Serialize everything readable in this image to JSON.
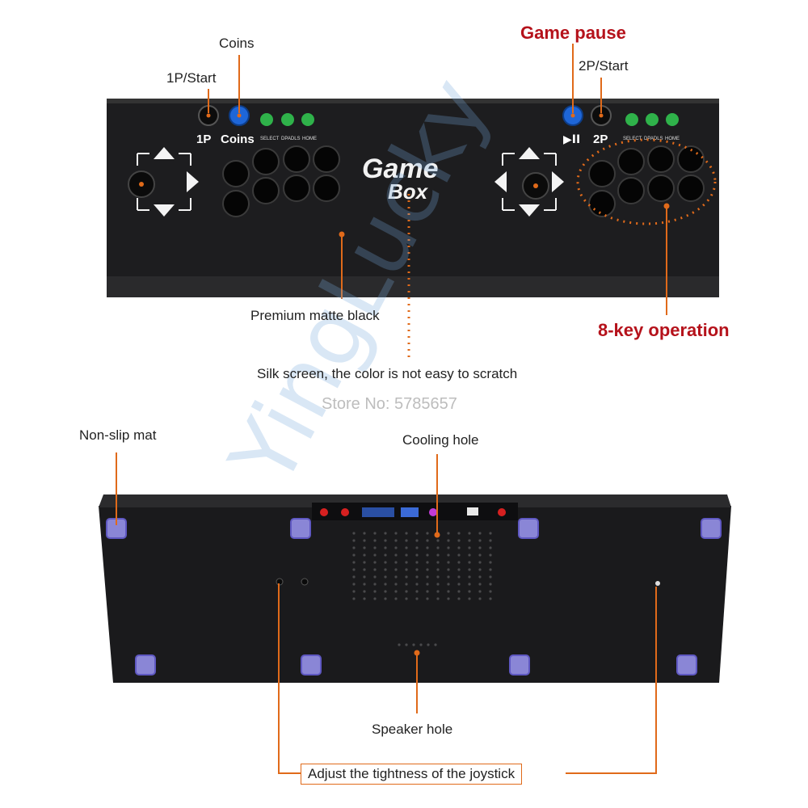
{
  "labels": {
    "coins": "Coins",
    "p1_start": "1P/Start",
    "game_pause": "Game pause",
    "p2_start": "2P/Start",
    "premium": "Premium matte black",
    "eight_key": "8-key operation",
    "silk": "Silk screen, the color is not easy to scratch",
    "store": "Store No: 5785657",
    "non_slip": "Non-slip mat",
    "cooling": "Cooling hole",
    "speaker": "Speaker hole",
    "adjust": "Adjust the tightness of the joystick"
  },
  "panel": {
    "p1": "1P",
    "coins": "Coins",
    "p2": "2P",
    "pause_symbol": "▶II",
    "select": "SELECT",
    "dpadls": "DPADLS",
    "home": "HOME",
    "logo_top": "Game",
    "logo_bottom": "Box"
  },
  "watermark": "YingLucky",
  "colors": {
    "accent_red": "#b5121b",
    "leader_orange": "#e06a1a",
    "panel": "#1d1d1f",
    "green_button": "#2fb24a",
    "blue_button": "#1e66d8"
  }
}
